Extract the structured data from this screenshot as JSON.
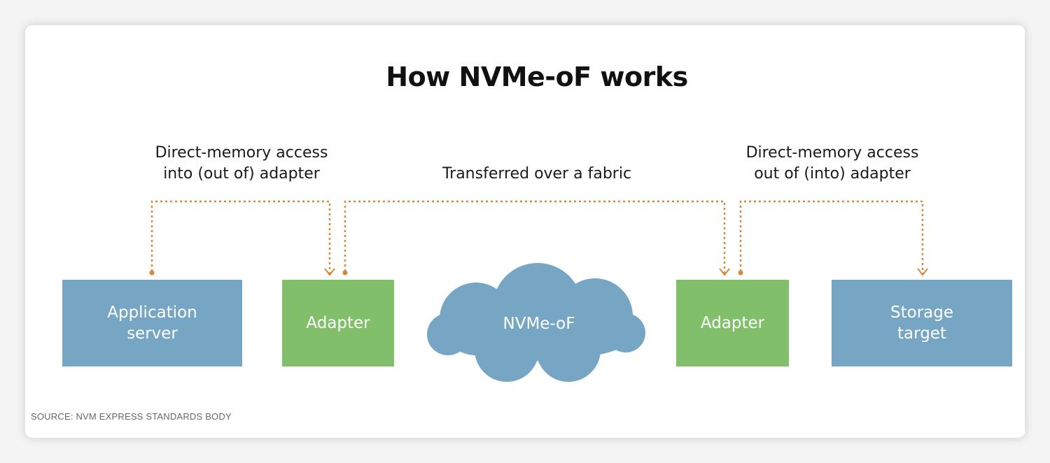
{
  "title": "How NVMe-oF works",
  "labels": {
    "left_dma": [
      "Direct-memory access",
      "into (out of) adapter"
    ],
    "fabric": "Transferred over a fabric",
    "right_dma": [
      "Direct-memory access",
      "out of (into) adapter"
    ]
  },
  "nodes": {
    "app_server": [
      "Application",
      "server"
    ],
    "adapter_left": "Adapter",
    "cloud": "NVMe-oF",
    "adapter_right": "Adapter",
    "storage_target": [
      "Storage",
      "target"
    ]
  },
  "source": "SOURCE: NVM EXPRESS STANDARDS BODY",
  "colors": {
    "blue_box": "#76a6c3",
    "green_box": "#82bf6a",
    "cloud": "#76a6c3",
    "connector": "#d48a3e"
  }
}
